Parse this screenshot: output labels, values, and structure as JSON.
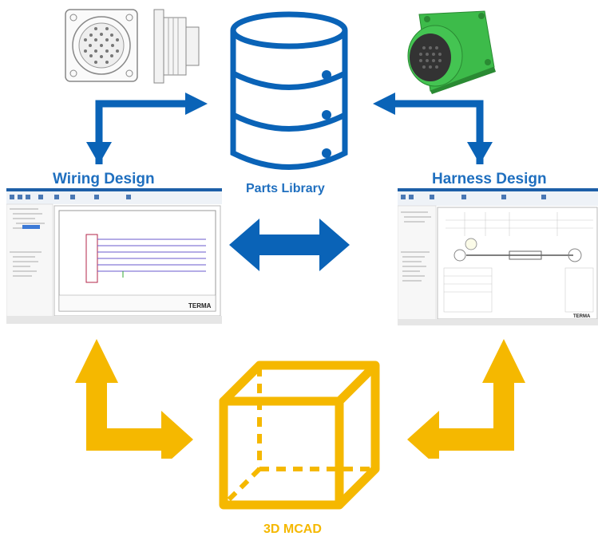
{
  "labels": {
    "wiring_design": "Wiring Design",
    "parts_library": "Parts Library",
    "harness_design": "Harness Design",
    "mcad": "3D MCAD"
  },
  "colors": {
    "blue_arrow": "#0a63b7",
    "yellow_arrow": "#f5b800",
    "label_blue": "#1f6fbf",
    "connector_green": "#3dbb4a",
    "app_titlebar": "#1d5fa8"
  },
  "screenshots": {
    "wiring": {
      "logo_text": "TERMA"
    },
    "harness": {
      "logo_text": "TERMA"
    }
  },
  "icons": [
    "database-icon",
    "cube-icon",
    "connector-drawing-icon",
    "connector-3d-icon"
  ]
}
